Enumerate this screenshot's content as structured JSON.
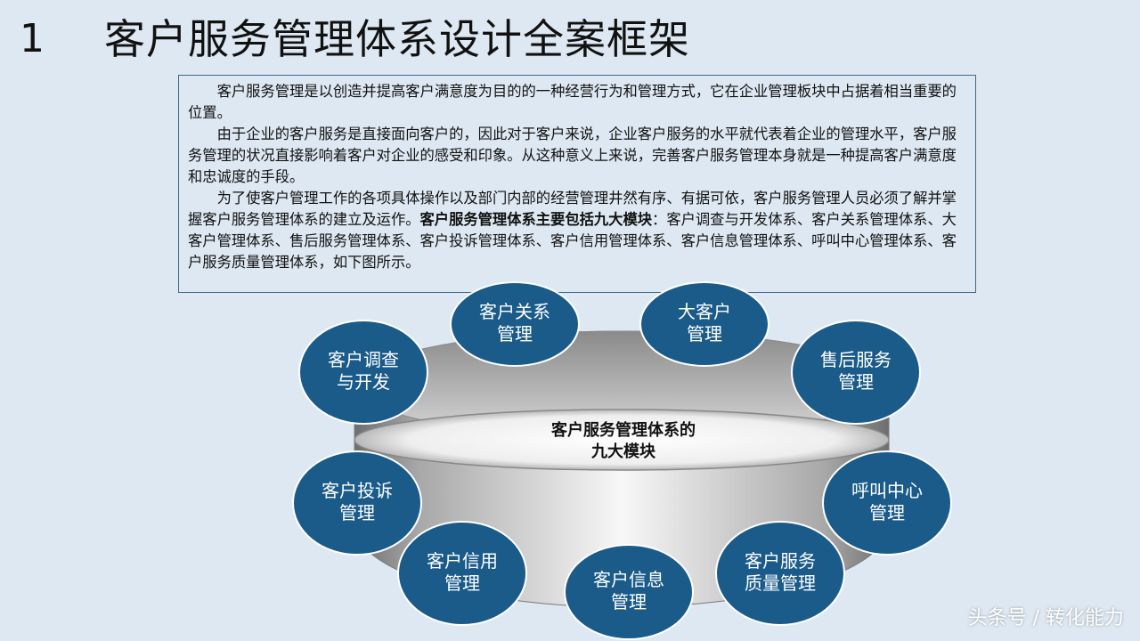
{
  "title": {
    "number": "1",
    "text": "客户服务管理体系设计全案框架"
  },
  "intro": {
    "p1": "客户服务管理是以创造并提高客户满意度为目的的一种经营行为和管理方式，它在企业管理板块中占据着相当重要的位置。",
    "p2": "由于企业的客户服务是直接面向客户的，因此对于客户来说，企业客户服务的水平就代表着企业的管理水平，客户服务管理的状况直接影响着客户对企业的感受和印象。从这种意义上来说，完善客户服务管理本身就是一种提高客户满意度和忠诚度的手段。",
    "p3_before": "为了使客户管理工作的各项具体操作以及部门内部的经营管理井然有序、有据可依，客户服务管理人员必须了解并掌握客户服务管理体系的建立及运作。",
    "p3_bold": "客户服务管理体系主要包括九大模块",
    "p3_after": "：客户调查与开发体系、客户关系管理体系、大客户管理体系、售后服务管理体系、客户投诉管理体系、客户信用管理体系、客户信息管理体系、呼叫中心管理体系、客户服务质量管理体系，如下图所示。"
  },
  "hub": {
    "line1": "客户服务管理体系的",
    "line2": "九大模块"
  },
  "modules": [
    {
      "line1": "客户调查",
      "line2": "与开发"
    },
    {
      "line1": "客户关系",
      "line2": "管理"
    },
    {
      "line1": "大客户",
      "line2": "管理"
    },
    {
      "line1": "售后服务",
      "line2": "管理"
    },
    {
      "line1": "客户投诉",
      "line2": "管理"
    },
    {
      "line1": "呼叫中心",
      "line2": "管理"
    },
    {
      "line1": "客户信用",
      "line2": "管理"
    },
    {
      "line1": "客户信息",
      "line2": "管理"
    },
    {
      "line1": "客户服务",
      "line2": "质量管理"
    }
  ],
  "watermark": "头条号 / 转化能力",
  "colors": {
    "background": "#dde8f2",
    "module_fill": "#1a5b8a",
    "module_stroke": "#ffffff",
    "box_border": "#3d6a8c"
  }
}
